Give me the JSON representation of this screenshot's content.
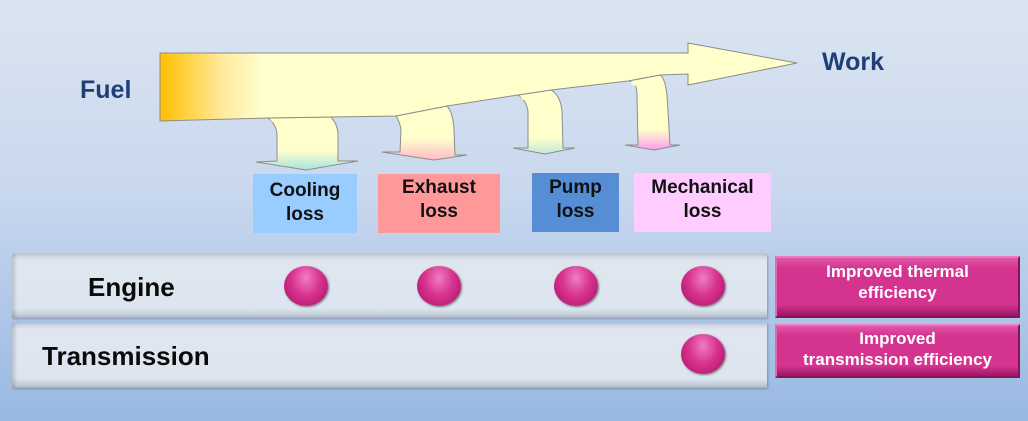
{
  "diagram": {
    "source_label": "Fuel",
    "output_label": "Work",
    "losses": [
      {
        "id": "cooling",
        "line1": "Cooling",
        "line2": "loss",
        "color": "#99ccff",
        "tip_color": "#a8e4dc"
      },
      {
        "id": "exhaust",
        "line1": "Exhaust",
        "line2": "loss",
        "color": "#ff9999",
        "tip_color": "#ffc4c8"
      },
      {
        "id": "pump",
        "line1": "Pump",
        "line2": "loss",
        "color": "#558ed5",
        "tip_color": "#bfe8d8"
      },
      {
        "id": "mechanical",
        "line1": "Mechanical",
        "line2": "loss",
        "color": "#ffccff",
        "tip_color": "#ff99ee"
      }
    ],
    "arrow_colors": {
      "fuel_start": "#ffc000",
      "body": "#ffffcc",
      "outline": "#8c8c8c"
    },
    "label_color": "#1f3f78"
  },
  "matrix": {
    "rows": [
      {
        "label": "Engine",
        "applies": [
          true,
          true,
          true,
          true
        ]
      },
      {
        "label": "Transmission",
        "applies": [
          false,
          false,
          false,
          true
        ]
      }
    ],
    "dot_color": "#d4348f"
  },
  "effects": [
    {
      "line1": "Improved thermal",
      "line2": "efficiency"
    },
    {
      "line1": "Improved",
      "line2": "transmission efficiency"
    }
  ]
}
